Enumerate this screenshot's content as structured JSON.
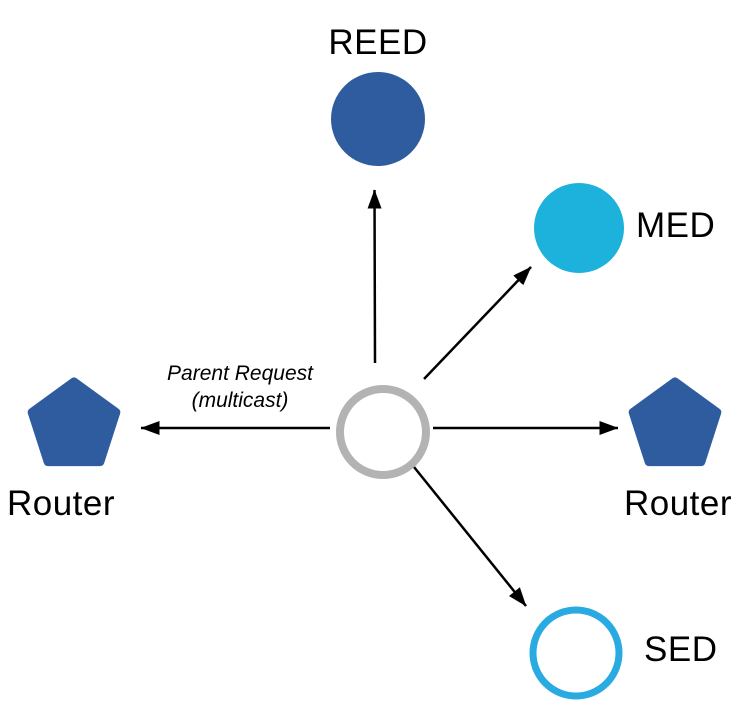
{
  "colors": {
    "dark_blue": "#2E5C9F",
    "med_cyan": "#1CB2DC",
    "sed_cyan": "#29ABE2",
    "center_gray": "#B3B3B3",
    "node_fill_white": "#FFFFFF",
    "arrow": "#000000",
    "background": "#FFFFFF"
  },
  "nodes": {
    "reed": {
      "label": "REED"
    },
    "med": {
      "label": "MED"
    },
    "sed": {
      "label": "SED"
    },
    "router_left": {
      "label": "Router"
    },
    "router_right": {
      "label": "Router"
    }
  },
  "annotation": {
    "line1": "Parent Request",
    "line2": "(multicast)"
  }
}
